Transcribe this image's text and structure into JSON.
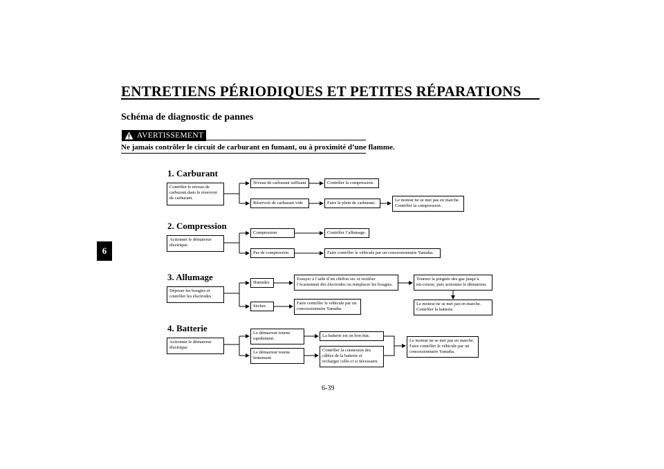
{
  "header": {
    "title": "ENTRETIENS PÉRIODIQUES ET PETITES RÉPARATIONS",
    "subtitle": "Schéma de diagnostic de pannes"
  },
  "warning": {
    "label": "AVERTISSEMENT",
    "message": "Ne jamais contrôler le circuit de carburant en fumant, ou à proximité d’une flamme."
  },
  "chapter_tab": "6",
  "page_number": "6-39",
  "sections": {
    "fuel": {
      "heading": "1. Carburant",
      "start": "Contrôler le niveau de\ncarburant dans le réservoir\nde carburant.",
      "branch_a": "Niveau de carburant suffisant",
      "result_a": "Contrôler la compression.",
      "branch_b": "Réservoir de carburant vide",
      "result_b": "Faire le plein de carburant.",
      "final": "Le moteur ne se met pas en marche.\nContrôler la compression."
    },
    "compression": {
      "heading": "2. Compression",
      "start": "Actionner le démarreur\nélectrique.",
      "branch_a": "Compression",
      "result_a": "Contrôler l’allumage.",
      "branch_b": "Pas de compression",
      "result_b": "Faire contrôler le véhicule par un concessionnaire Yamaha."
    },
    "ignition": {
      "heading": "3. Allumage",
      "start": "Déposer les bougies et\ncontrôler les électrodes.",
      "branch_a": "Humides",
      "result_a": "Essuyer à l’aide d’un chiffon sec et rectifier\nl’écartement des électrodes ou remplacer les bougies.",
      "next_a": "Tourner la poignée des gaz jusqu’à\nmi-course, puis actionner le démarreur.",
      "branch_b": "Sèches",
      "result_b": "Faire contrôler le véhicule par un\nconcessionnaire Yamaha.",
      "final": "Le moteur ne se met pas en marche.\nContrôler la batterie."
    },
    "battery": {
      "heading": "4. Batterie",
      "start": "Actionner le démarreur\nélectrique.",
      "branch_a": "Le démarreur tourne\nrapidement.",
      "result_a": "La batterie est en bon état.",
      "branch_b": "Le démarreur tourne\nlentement.",
      "result_b": "Contrôler la connexion des\ncâbles de la batterie et\nrecharger celle-ci si nécessaire.",
      "final": "Le moteur ne se met pas en marche.\nFaire contrôler le véhicule par un\nconcessionnaire Yamaha."
    }
  }
}
